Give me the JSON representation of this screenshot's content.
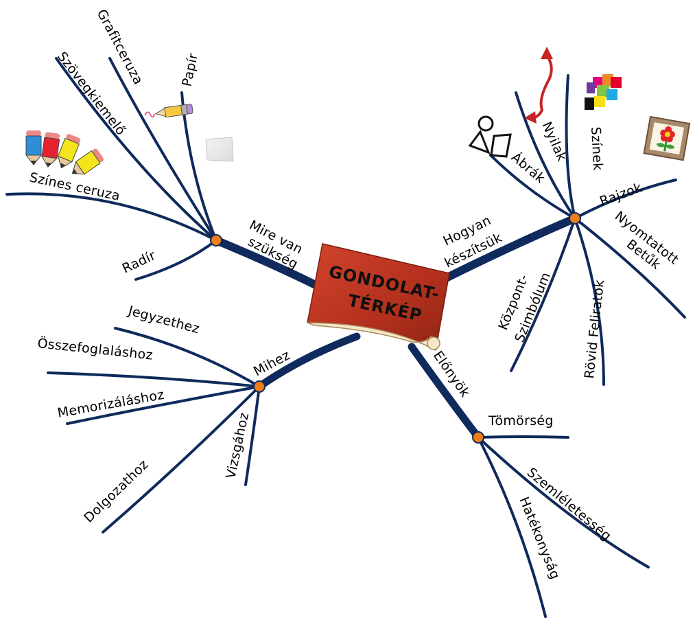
{
  "title": {
    "line1": "GONDOLAT-",
    "line2": "TÉRKÉP"
  },
  "branches": {
    "mire": {
      "label_line1": "Mire van",
      "label_line2": "szükség"
    },
    "hogyan": {
      "label_line1": "Hogyan",
      "label_line2": "készítsük"
    },
    "mihez": {
      "label": "Mihez"
    },
    "elonyok": {
      "label": "Előnyök"
    }
  },
  "mire_items": {
    "grafitceruza": "Grafitceruza",
    "papir": "Papír",
    "szovegkiemelo": "Szövegkiemelő",
    "szines_ceruza": "Színes ceruza",
    "radir": "Radír"
  },
  "hogyan_items": {
    "abrak": "Ábrák",
    "nyilak": "Nyilak",
    "szinek": "Színek",
    "rajzok": "Rajzok",
    "nyomtatott_line1": "Nyomtatott",
    "nyomtatott_line2": "Betűk",
    "rovid_feliratok": "Rövid Feliratok",
    "kozpont_line1": "Központ-",
    "kozpont_line2": "Szimbólum"
  },
  "mihez_items": {
    "jegyzethez": "Jegyzethez",
    "osszefoglalashoz": "Összefoglaláshoz",
    "memorizalashoz": "Memorizáláshoz",
    "vizsgahoz": "Vizsgához",
    "dolgozathoz": "Dolgozathoz"
  },
  "elonyok_items": {
    "tomorseg": "Tömörség",
    "szemleletesseg": "Szemléletesség",
    "hatekonysag": "Hatékonyság"
  },
  "colors": {
    "branch": "#0f2a5c",
    "node": "#f07d1a",
    "scroll": "#b83220"
  }
}
